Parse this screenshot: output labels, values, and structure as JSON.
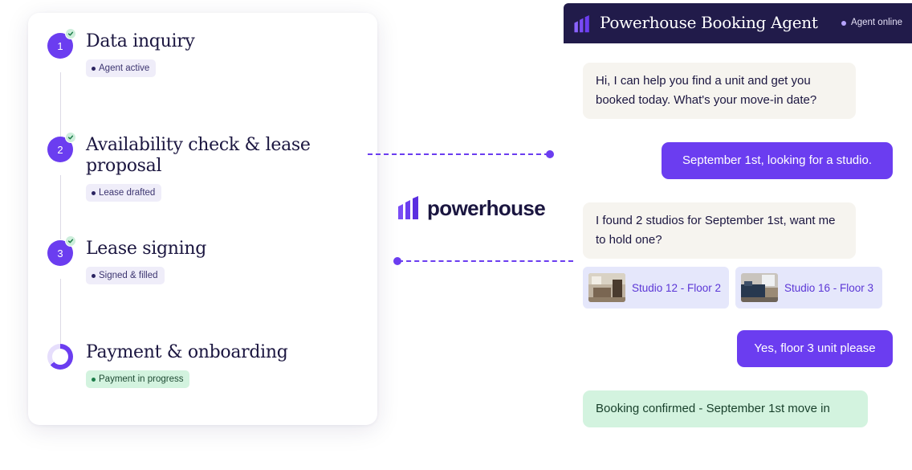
{
  "steps": [
    {
      "number": "1",
      "title": "Data inquiry",
      "status": "Agent active",
      "completed": true
    },
    {
      "number": "2",
      "title": "Availability check & lease proposal",
      "status": "Lease drafted",
      "completed": true
    },
    {
      "number": "3",
      "title": "Lease signing",
      "status": "Signed & filled",
      "completed": true
    },
    {
      "number": "",
      "title": "Payment & onboarding",
      "status": "Payment in progress",
      "completed": false
    }
  ],
  "brand": {
    "name": "powerhouse",
    "accent": "#6b3df0",
    "dark": "#211b4a"
  },
  "chat": {
    "title": "Powerhouse Booking Agent",
    "status": "Agent online",
    "messages": [
      {
        "from": "agent",
        "text": "Hi, I can help you find a unit and get you booked today. What's your move-in date?"
      },
      {
        "from": "user",
        "text": "September 1st, looking for a studio."
      },
      {
        "from": "agent",
        "text": "I found 2 studios for September 1st, want me to hold one?"
      },
      {
        "from": "user",
        "text": "Yes, floor 3 unit please"
      },
      {
        "from": "system",
        "text": "Booking confirmed - September 1st move in"
      }
    ],
    "units": [
      {
        "label": "Studio 12 - Floor 2"
      },
      {
        "label": "Studio 16 - Floor 3"
      }
    ]
  }
}
